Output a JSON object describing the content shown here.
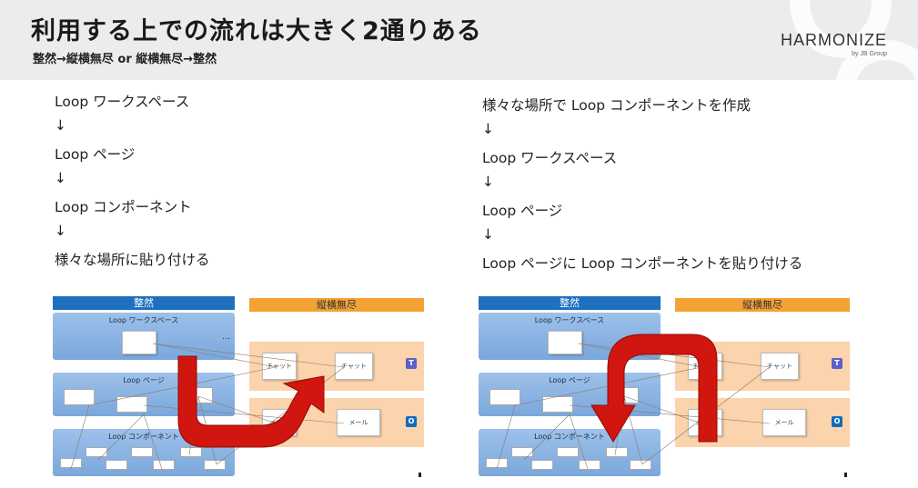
{
  "header": {
    "title": "利用する上での流れは大きく2通りある",
    "subtitle": "整然→縦横無尽 or 縦横無尽→整然",
    "brand": "HARMONIZE",
    "brand_sub": "by JB Group"
  },
  "left_steps": [
    "Loop ワークスペース",
    "↓",
    "Loop ページ",
    "↓",
    "Loop コンポーネント",
    "↓",
    "様々な場所に貼り付ける"
  ],
  "right_steps": [
    "様々な場所で Loop コンポーネントを作成",
    "↓",
    "Loop ワークスペース",
    "↓",
    "Loop ページ",
    "↓",
    "Loop ページに Loop コンポーネントを貼り付ける"
  ],
  "diagram": {
    "band_orderly": "整然",
    "band_free": "縦横無尽",
    "tier_workspace": "Loop ワークスペース",
    "tier_page": "Loop ページ",
    "tier_component": "Loop コンポーネント",
    "chat": "チャット",
    "mail": "メール",
    "ellipsis": "…"
  },
  "colors": {
    "arrow": "#d0160f",
    "band_blue": "#1e6fbf",
    "band_orange": "#f4a236"
  }
}
